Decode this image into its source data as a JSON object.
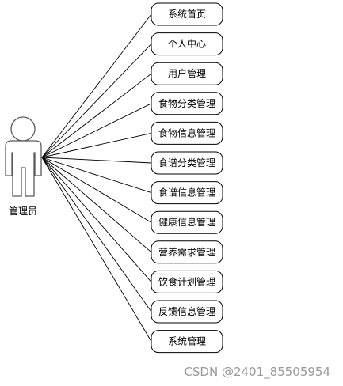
{
  "actor": {
    "label": "管理员"
  },
  "use_cases": [
    "系统首页",
    "个人中心",
    "用户管理",
    "食物分类管理",
    "食物信息管理",
    "食谱分类管理",
    "食谱信息管理",
    "健康信息管理",
    "营养需求管理",
    "饮食计划管理",
    "反馈信息管理",
    "系统管理"
  ],
  "watermark": "CSDN @2401_85505954",
  "colors": {
    "line": "#000000",
    "actor_stroke": "#5a5a5a",
    "watermark": "#9a9a9a"
  }
}
